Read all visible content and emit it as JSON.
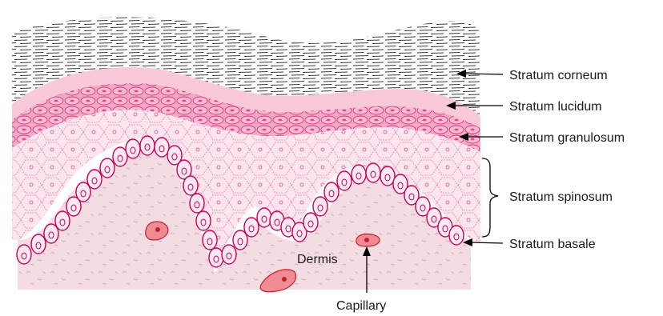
{
  "labels": {
    "stratum_corneum": "Stratum corneum",
    "stratum_lucidum": "Stratum lucidum",
    "stratum_granulosum": "Stratum granulosum",
    "stratum_spinosum": "Stratum spinosum",
    "stratum_basale": "Stratum basale",
    "dermis": "Dermis",
    "capillary": "Capillary"
  },
  "colors": {
    "corneum_lines": "#3a3a3a",
    "lucidum_fill": "#f7c9d9",
    "granulosum_fill": "#f4a8c4",
    "spinosum_fill": "#fbe6ee",
    "cell_outline": "#e04a8c",
    "basale_outline": "#c8005a",
    "dermis_fill": "#f3dde3",
    "capillary_red": "#e0303a",
    "text": "#1a1a1a"
  }
}
